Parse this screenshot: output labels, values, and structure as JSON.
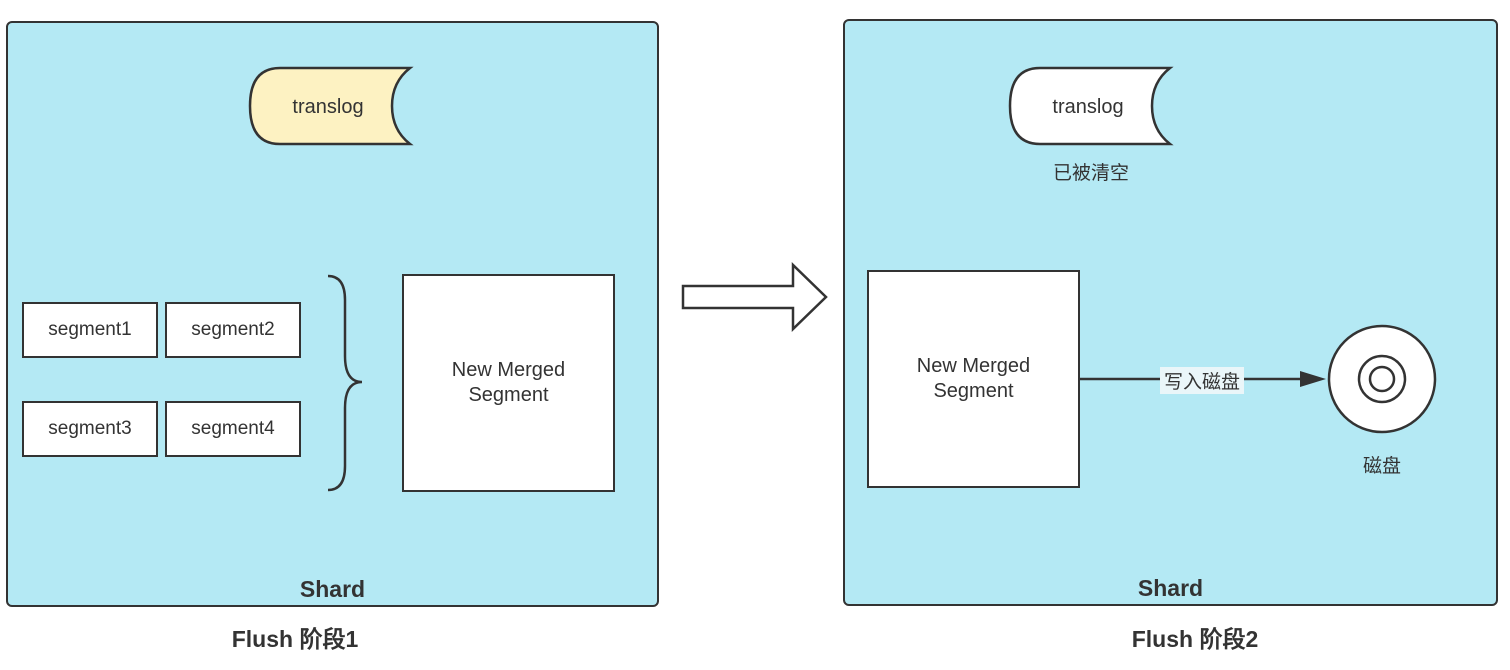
{
  "stage1": {
    "caption": "Flush 阶段1",
    "shard_label": "Shard",
    "translog_label": "translog",
    "translog_fill": "#fdf2c2",
    "segments": [
      "segment1",
      "segment2",
      "segment3",
      "segment4"
    ],
    "merged_label": "New Merged\nSegment"
  },
  "stage2": {
    "caption": "Flush 阶段2",
    "shard_label": "Shard",
    "translog_label": "translog",
    "translog_fill": "#ffffff",
    "translog_note": "已被清空",
    "merged_label": "New Merged\nSegment",
    "edge_label": "写入磁盘",
    "disk_label": "磁盘",
    "disk_icon": "disk-icon"
  },
  "colors": {
    "shard_bg": "#b4e9f4",
    "stroke": "#333333"
  }
}
